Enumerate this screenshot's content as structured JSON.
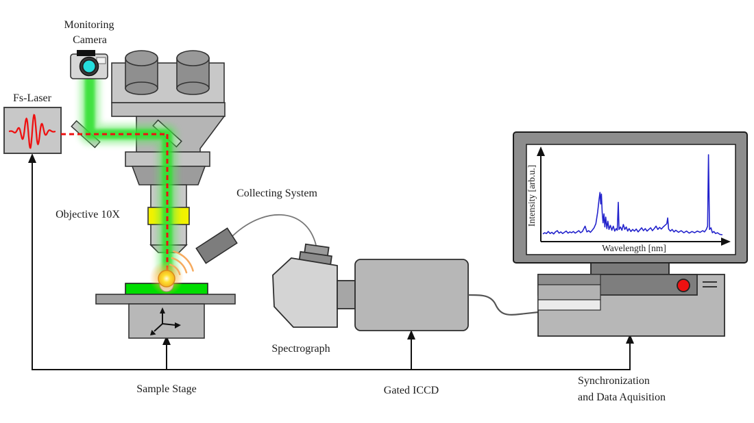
{
  "labels": {
    "monitoring_camera": [
      "Monitoring",
      "Camera"
    ],
    "fs_laser": "Fs-Laser",
    "objective": "Objective 10X",
    "collecting_system": "Collecting System",
    "spectrograph": "Spectrograph",
    "gated_iccd": "Gated ICCD",
    "sample_stage": "Sample Stage",
    "sync_daq": [
      "Synchronization",
      "and Data Aquisition"
    ]
  },
  "chart_data": {
    "type": "line",
    "context": "LIBS emission spectrum shown on the acquisition computer monitor",
    "title": "",
    "xlabel": "Wavelength [nm]",
    "ylabel": "Intensity [arb.u.]",
    "x_ticks": [],
    "y_ticks": [],
    "axis_arrows": true,
    "grid": false,
    "series": [
      {
        "name": "LIBS emission spectrum",
        "color": "#2222cc",
        "points_normalized": [
          [
            0.0,
            0.035
          ],
          [
            0.01,
            0.05
          ],
          [
            0.02,
            0.04
          ],
          [
            0.03,
            0.065
          ],
          [
            0.04,
            0.04
          ],
          [
            0.05,
            0.055
          ],
          [
            0.06,
            0.035
          ],
          [
            0.07,
            0.06
          ],
          [
            0.08,
            0.075
          ],
          [
            0.09,
            0.045
          ],
          [
            0.1,
            0.06
          ],
          [
            0.11,
            0.04
          ],
          [
            0.12,
            0.055
          ],
          [
            0.13,
            0.07
          ],
          [
            0.14,
            0.045
          ],
          [
            0.15,
            0.06
          ],
          [
            0.16,
            0.05
          ],
          [
            0.17,
            0.065
          ],
          [
            0.18,
            0.045
          ],
          [
            0.19,
            0.06
          ],
          [
            0.2,
            0.075
          ],
          [
            0.21,
            0.05
          ],
          [
            0.22,
            0.065
          ],
          [
            0.235,
            0.13
          ],
          [
            0.245,
            0.06
          ],
          [
            0.255,
            0.075
          ],
          [
            0.265,
            0.055
          ],
          [
            0.275,
            0.08
          ],
          [
            0.285,
            0.11
          ],
          [
            0.295,
            0.16
          ],
          [
            0.305,
            0.3
          ],
          [
            0.313,
            0.46
          ],
          [
            0.318,
            0.54
          ],
          [
            0.322,
            0.4
          ],
          [
            0.326,
            0.52
          ],
          [
            0.33,
            0.3
          ],
          [
            0.335,
            0.17
          ],
          [
            0.34,
            0.28
          ],
          [
            0.345,
            0.12
          ],
          [
            0.35,
            0.24
          ],
          [
            0.356,
            0.1
          ],
          [
            0.362,
            0.19
          ],
          [
            0.368,
            0.09
          ],
          [
            0.376,
            0.14
          ],
          [
            0.384,
            0.08
          ],
          [
            0.392,
            0.13
          ],
          [
            0.4,
            0.07
          ],
          [
            0.408,
            0.1
          ],
          [
            0.414,
            0.08
          ],
          [
            0.42,
            0.42
          ],
          [
            0.424,
            0.09
          ],
          [
            0.432,
            0.12
          ],
          [
            0.44,
            0.08
          ],
          [
            0.448,
            0.15
          ],
          [
            0.456,
            0.09
          ],
          [
            0.464,
            0.12
          ],
          [
            0.472,
            0.07
          ],
          [
            0.48,
            0.1
          ],
          [
            0.49,
            0.065
          ],
          [
            0.5,
            0.09
          ],
          [
            0.51,
            0.07
          ],
          [
            0.52,
            0.095
          ],
          [
            0.53,
            0.06
          ],
          [
            0.54,
            0.085
          ],
          [
            0.55,
            0.11
          ],
          [
            0.56,
            0.075
          ],
          [
            0.57,
            0.1
          ],
          [
            0.58,
            0.07
          ],
          [
            0.59,
            0.09
          ],
          [
            0.6,
            0.11
          ],
          [
            0.61,
            0.075
          ],
          [
            0.62,
            0.1
          ],
          [
            0.63,
            0.13
          ],
          [
            0.64,
            0.09
          ],
          [
            0.65,
            0.115
          ],
          [
            0.66,
            0.095
          ],
          [
            0.67,
            0.12
          ],
          [
            0.68,
            0.14
          ],
          [
            0.69,
            0.16
          ],
          [
            0.695,
            0.23
          ],
          [
            0.7,
            0.095
          ],
          [
            0.71,
            0.07
          ],
          [
            0.72,
            0.09
          ],
          [
            0.73,
            0.06
          ],
          [
            0.74,
            0.08
          ],
          [
            0.755,
            0.055
          ],
          [
            0.77,
            0.075
          ],
          [
            0.785,
            0.05
          ],
          [
            0.8,
            0.07
          ],
          [
            0.815,
            0.045
          ],
          [
            0.83,
            0.065
          ],
          [
            0.845,
            0.05
          ],
          [
            0.86,
            0.07
          ],
          [
            0.875,
            0.055
          ],
          [
            0.89,
            0.075
          ],
          [
            0.9,
            0.06
          ],
          [
            0.91,
            0.09
          ],
          [
            0.917,
            0.13
          ],
          [
            0.922,
            1.0
          ],
          [
            0.928,
            0.09
          ],
          [
            0.936,
            0.11
          ],
          [
            0.944,
            0.05
          ],
          [
            0.952,
            0.065
          ],
          [
            0.962,
            0.04
          ],
          [
            0.972,
            0.05
          ],
          [
            0.985,
            0.03
          ],
          [
            1.0,
            0.025
          ]
        ]
      }
    ]
  },
  "colors": {
    "beam_green": "#2ee02e",
    "beam_halo": "#58e858",
    "laser_red": "#ee1111",
    "sample_green": "#00dd00",
    "objective_band": "#f2f200",
    "lens_cyan": "#25dede",
    "power_button": "#ee1111",
    "trace_blue": "#2222cc",
    "plasma_core": "#ffe030",
    "plasma_glow": "#f59d1f",
    "chassis_gray": "#b7b7b7",
    "monitor_frame": "#8d8d8d"
  }
}
